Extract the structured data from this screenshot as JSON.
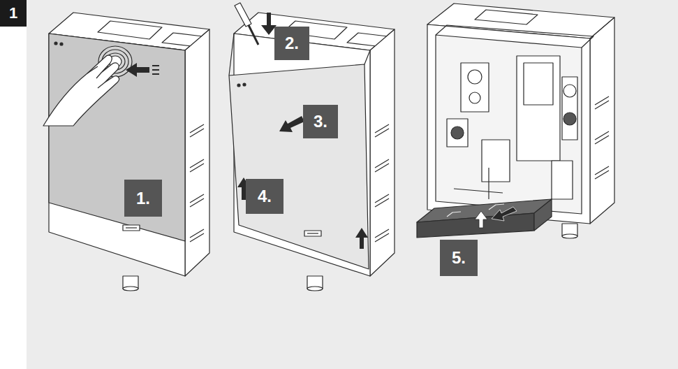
{
  "diagram": {
    "labels": [
      "1",
      "1.",
      "2.",
      "3.",
      "4.",
      "5."
    ]
  }
}
